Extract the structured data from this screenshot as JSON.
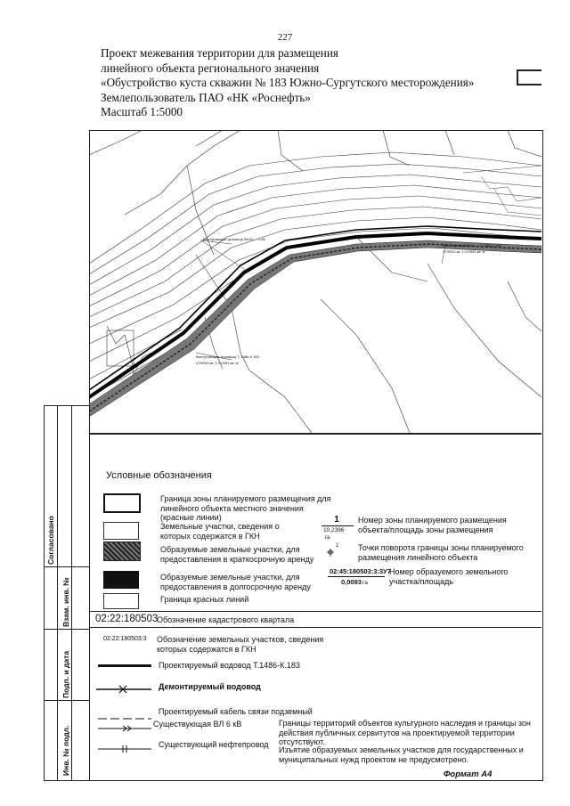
{
  "page_number": "227",
  "title_lines": [
    "Проект межевания территории для размещения",
    "линейного объекта регионального значения",
    "«Обустройство куста скважин № 183 Южно-Сургутского месторождения»",
    "Землепользователь ПАО «НК «Роснефть»",
    "Масштаб 1:5000"
  ],
  "stamp": {
    "soglasovano": "Согласовано",
    "vzam_inv": "Взам. инв. №",
    "podp_data": "Подп. и дата",
    "inv_podl": "Инв. № подл."
  },
  "map_labels": {
    "label_top": "Выступающая (граница) 86:02:... 1-86",
    "label_top_sub": "",
    "label_right": "Выкопировка 86:02:... Т. 1486-К 183",
    "label_right_sub": "4799/43 кв. 1-0,0093 кв. м",
    "label_left": "Выступающая (граница) Т. 1486-К 183",
    "label_left_sub": "4799/43 кв. 1-0,0093 кв. м"
  },
  "legend": {
    "title": "Условные обозначения",
    "items": [
      {
        "text": "Граница зоны планируемого размещения для линейного объекта местного значения (красные линии)"
      },
      {
        "text": "Земельные участки, сведения о которых содержатся в ГКН"
      },
      {
        "text": "Образуемые земельные участки, для предоставления в краткосрочную аренду"
      },
      {
        "text": "Образуемые земельные участки, для предоставления в долгосрочную аренду"
      },
      {
        "text": "Граница красных линий"
      }
    ],
    "zone_number": {
      "num": "1",
      "area": "10,2396",
      "unit": "га",
      "text": "Номер зоны планируемого размещения объекта/площадь зоны размещения"
    },
    "turn_points": {
      "symbol": "1",
      "text": "Точки поворота границы зоны планируемого размещения линейного объекта"
    },
    "parcel_number": {
      "num": "02:45:180503:3:3У7",
      "area": "0,0093",
      "unit": "га",
      "text": "Номер образуемого земельного участка/площадь"
    },
    "kadastr": {
      "code": "02:22:180503",
      "text": "Обозначение кадастрового квартала"
    },
    "existing_parcels": {
      "code": "02:22:180503:3",
      "text": "Обозначение земельных участков, сведения которых содержатся в ГКН"
    },
    "lines": [
      {
        "text": "Проектируемый водовод Т.1486-К.183"
      },
      {
        "text": "Демонтируемый водовод"
      },
      {
        "text": "Проектируемый кабель связи подземный"
      },
      {
        "text": "Существующая ВЛ 6 кВ"
      },
      {
        "text": "Существующий нефтепровод"
      }
    ],
    "notes": [
      "Границы территорий объектов культурного наследия и границы зон действия публичных сервитутов на проектируемой территории отсутствуют.",
      "Изъятие образуемых земельных участков для государственных и муниципальных нужд проектом не предусмотрено."
    ]
  },
  "format": "Формат А4"
}
